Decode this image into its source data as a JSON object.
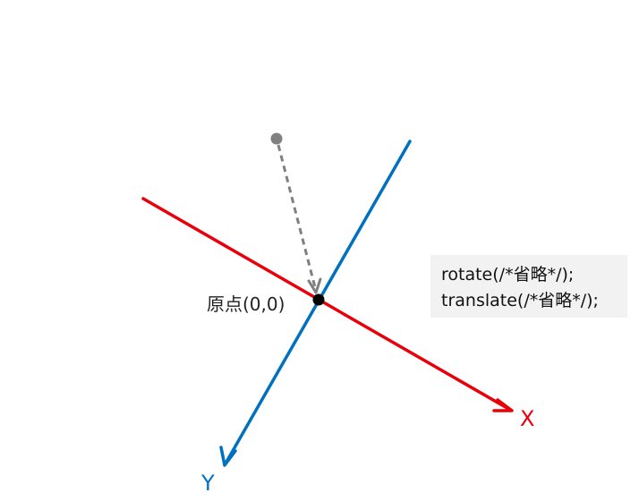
{
  "origin_label": "原点(0,0)",
  "x_axis_label": "X",
  "y_axis_label": "Y",
  "code_lines": [
    "rotate(/*省略*/);",
    "translate(/*省略*/);"
  ],
  "colors": {
    "x_axis": "#e8000b",
    "y_axis": "#0070c0",
    "move_arrow": "#808080",
    "origin_point": "#000000",
    "code_box_background": "#f2f2f2"
  }
}
